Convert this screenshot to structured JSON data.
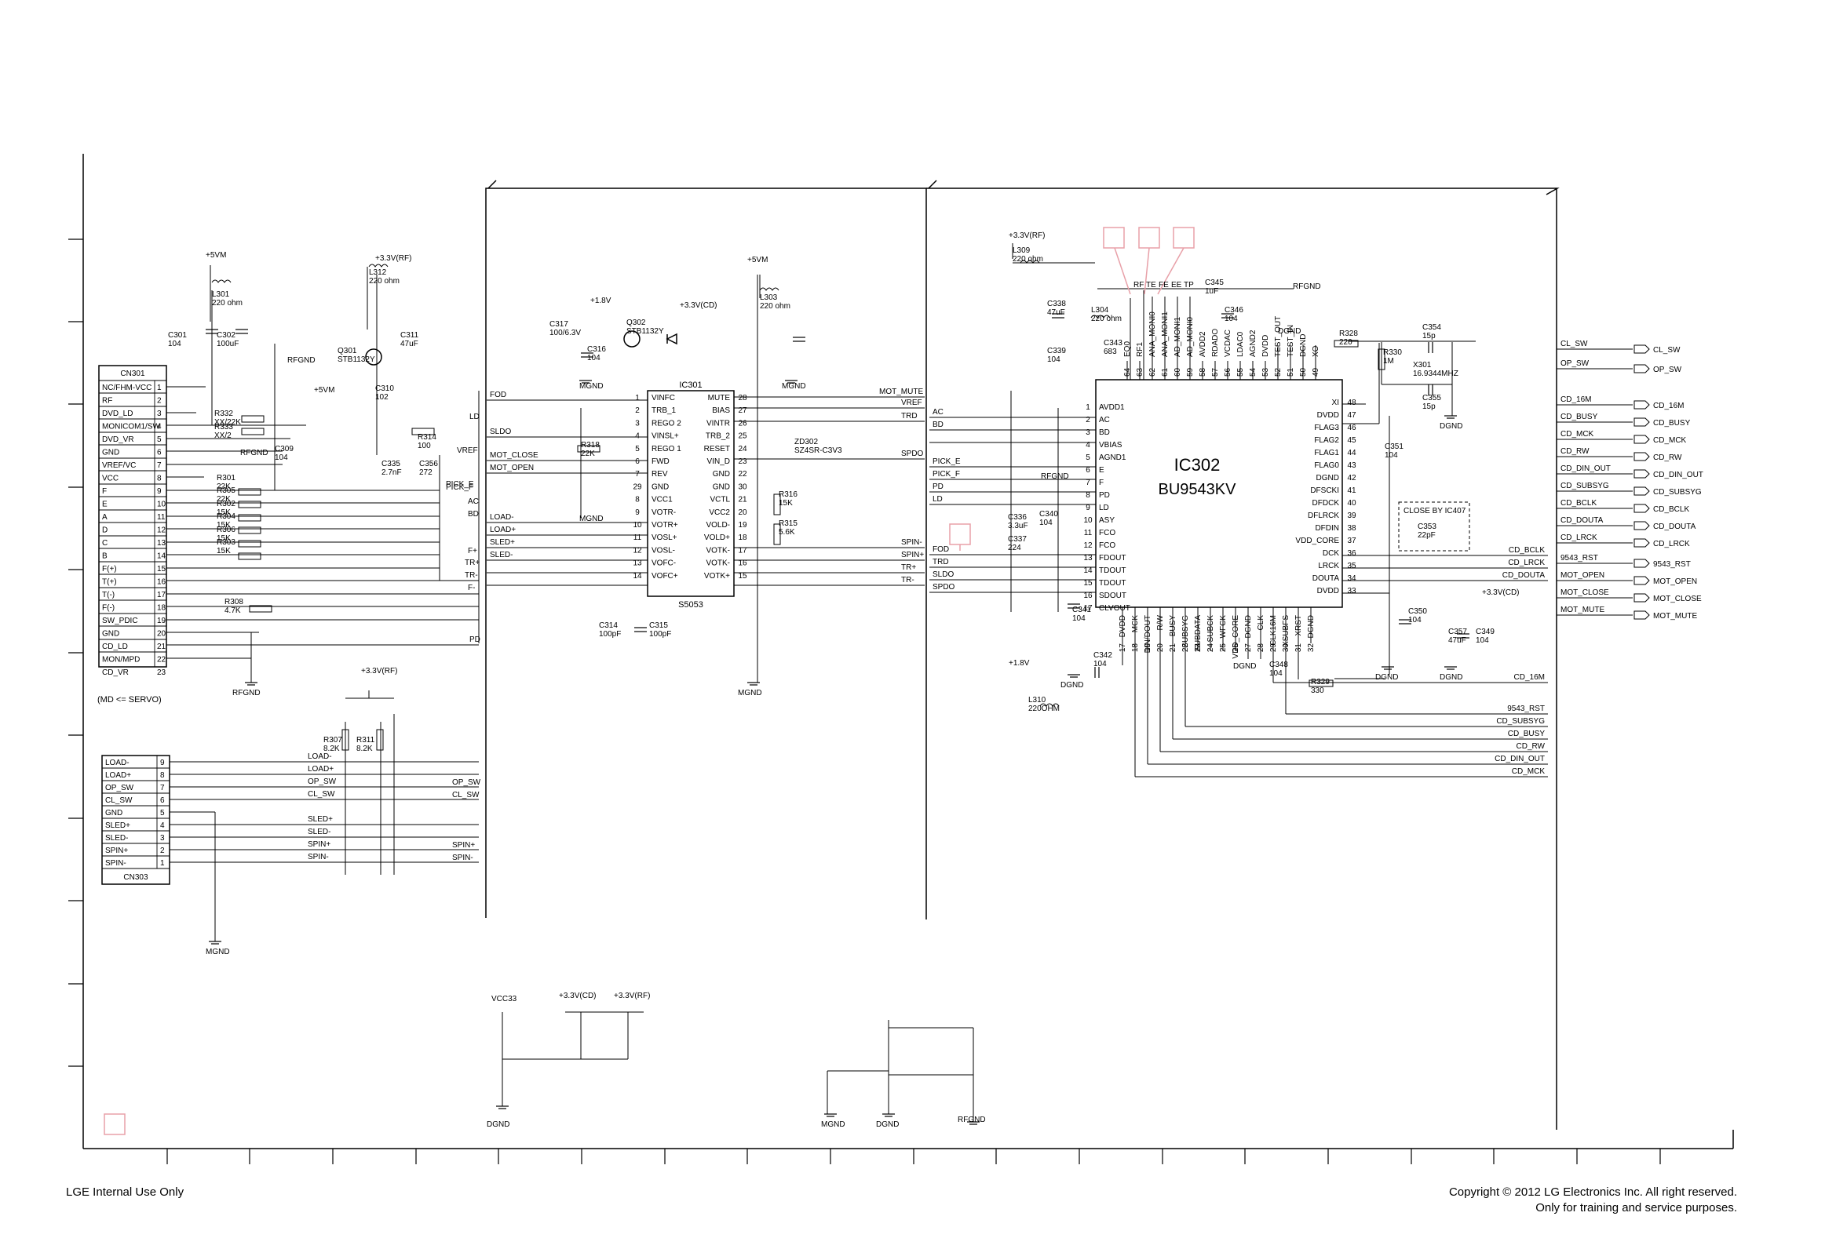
{
  "footer": {
    "left": "LGE Internal Use Only",
    "copyright": "Copyright © 2012 LG Electronics Inc. All right reserved.",
    "notice": "Only for training and service purposes."
  },
  "connectors": {
    "cn301": {
      "title": "CN301",
      "pins": [
        {
          "n": "1",
          "name": "NC/FHM-VCC"
        },
        {
          "n": "2",
          "name": "RF"
        },
        {
          "n": "3",
          "name": "DVD_LD"
        },
        {
          "n": "4",
          "name": "MONICOM1/SW"
        },
        {
          "n": "5",
          "name": "DVD_VR"
        },
        {
          "n": "6",
          "name": "GND"
        },
        {
          "n": "7",
          "name": "VREF/VC"
        },
        {
          "n": "8",
          "name": "VCC"
        },
        {
          "n": "9",
          "name": "F"
        },
        {
          "n": "10",
          "name": "E"
        },
        {
          "n": "11",
          "name": "A"
        },
        {
          "n": "12",
          "name": "D"
        },
        {
          "n": "13",
          "name": "C"
        },
        {
          "n": "14",
          "name": "B"
        },
        {
          "n": "15",
          "name": "F(+)"
        },
        {
          "n": "16",
          "name": "T(+)"
        },
        {
          "n": "17",
          "name": "T(-)"
        },
        {
          "n": "18",
          "name": "F(-)"
        },
        {
          "n": "19",
          "name": "SW_PDIC"
        },
        {
          "n": "20",
          "name": "GND"
        },
        {
          "n": "21",
          "name": "CD_LD"
        },
        {
          "n": "22",
          "name": "MON/MPD"
        },
        {
          "n": "23",
          "name": "CD_VR"
        }
      ]
    },
    "cn303": {
      "title": "CN303",
      "pins": [
        {
          "n": "9",
          "name": "LOAD-"
        },
        {
          "n": "8",
          "name": "LOAD+"
        },
        {
          "n": "7",
          "name": "OP_SW"
        },
        {
          "n": "6",
          "name": "CL_SW"
        },
        {
          "n": "5",
          "name": "GND"
        },
        {
          "n": "4",
          "name": "SLED+"
        },
        {
          "n": "3",
          "name": "SLED-"
        },
        {
          "n": "2",
          "name": "SPIN+"
        },
        {
          "n": "1",
          "name": "SPIN-"
        }
      ]
    }
  },
  "ic301": {
    "ref": "IC301",
    "part": "S5053",
    "left_pins": [
      {
        "n": "1",
        "name": "VINFC"
      },
      {
        "n": "2",
        "name": "TRB_1"
      },
      {
        "n": "3",
        "name": "REGO 2"
      },
      {
        "n": "4",
        "name": "VINSL+"
      },
      {
        "n": "5",
        "name": "REGO 1"
      },
      {
        "n": "6",
        "name": "FWD"
      },
      {
        "n": "7",
        "name": "REV"
      },
      {
        "n": "29",
        "name": "GND"
      },
      {
        "n": "8",
        "name": "VCC1"
      },
      {
        "n": "9",
        "name": "VOTR-"
      },
      {
        "n": "10",
        "name": "VOTR+"
      },
      {
        "n": "11",
        "name": "VOSL+"
      },
      {
        "n": "12",
        "name": "VOSL-"
      },
      {
        "n": "13",
        "name": "VOFC-"
      },
      {
        "n": "14",
        "name": "VOFC+"
      }
    ],
    "right_pins": [
      {
        "n": "28",
        "name": "MUTE"
      },
      {
        "n": "27",
        "name": "BIAS"
      },
      {
        "n": "26",
        "name": "VINTR"
      },
      {
        "n": "25",
        "name": "TRB_2"
      },
      {
        "n": "24",
        "name": "RESET"
      },
      {
        "n": "23",
        "name": "VIN_D"
      },
      {
        "n": "22",
        "name": "GND"
      },
      {
        "n": "30",
        "name": "GND"
      },
      {
        "n": "21",
        "name": "VCTL"
      },
      {
        "n": "20",
        "name": "VCC2"
      },
      {
        "n": "19",
        "name": "VOLD-"
      },
      {
        "n": "18",
        "name": "VOLD+"
      },
      {
        "n": "17",
        "name": "VOTK-"
      },
      {
        "n": "16",
        "name": "VOTK-"
      },
      {
        "n": "15",
        "name": "VOTK+"
      }
    ]
  },
  "ic302": {
    "ref": "IC302",
    "part": "BU9543KV",
    "left_pins": [
      {
        "n": "1",
        "name": "AVDD1"
      },
      {
        "n": "2",
        "name": "AC"
      },
      {
        "n": "3",
        "name": "BD"
      },
      {
        "n": "4",
        "name": "VBIAS"
      },
      {
        "n": "5",
        "name": "AGND1"
      },
      {
        "n": "6",
        "name": "E"
      },
      {
        "n": "7",
        "name": "F"
      },
      {
        "n": "8",
        "name": "PD"
      },
      {
        "n": "9",
        "name": "LD"
      },
      {
        "n": "10",
        "name": "ASY"
      },
      {
        "n": "11",
        "name": "FCO"
      },
      {
        "n": "12",
        "name": "FCO"
      },
      {
        "n": "13",
        "name": "FDOUT"
      },
      {
        "n": "14",
        "name": "TDOUT"
      },
      {
        "n": "15",
        "name": "TDOUT"
      },
      {
        "n": "16",
        "name": "SDOUT"
      },
      {
        "n": "17",
        "name": "CLVOUT"
      }
    ],
    "right_pins": [
      {
        "n": "48",
        "name": "XI"
      },
      {
        "n": "47",
        "name": "DVDD"
      },
      {
        "n": "46",
        "name": "FLAG3"
      },
      {
        "n": "45",
        "name": "FLAG2"
      },
      {
        "n": "44",
        "name": "FLAG1"
      },
      {
        "n": "43",
        "name": "FLAG0"
      },
      {
        "n": "42",
        "name": "DGND"
      },
      {
        "n": "41",
        "name": "DFSCKI"
      },
      {
        "n": "40",
        "name": "DFDCK"
      },
      {
        "n": "39",
        "name": "DFLRCK"
      },
      {
        "n": "38",
        "name": "DFDIN"
      },
      {
        "n": "37",
        "name": "VDD_CORE"
      },
      {
        "n": "36",
        "name": "DCK"
      },
      {
        "n": "35",
        "name": "LRCK"
      },
      {
        "n": "34",
        "name": "DOUTA"
      },
      {
        "n": "33",
        "name": "DVDD"
      }
    ],
    "top_pins": [
      {
        "n": "64",
        "name": "EQ0"
      },
      {
        "n": "63",
        "name": "RF1"
      },
      {
        "n": "62",
        "name": "ANA_MONI0"
      },
      {
        "n": "61",
        "name": "ANA_MONI1"
      },
      {
        "n": "60",
        "name": "AD_MONI1"
      },
      {
        "n": "59",
        "name": "AD_MONI0"
      },
      {
        "n": "58",
        "name": "AVDD2"
      },
      {
        "n": "57",
        "name": "RDADO"
      },
      {
        "n": "56",
        "name": "VCDAC"
      },
      {
        "n": "55",
        "name": "LDAC0"
      },
      {
        "n": "54",
        "name": "AGND2"
      },
      {
        "n": "53",
        "name": "DVDD"
      },
      {
        "n": "52",
        "name": "TEST_OUT"
      },
      {
        "n": "51",
        "name": "TEST_IN"
      },
      {
        "n": "50",
        "name": "DGND"
      },
      {
        "n": "49",
        "name": "XO"
      }
    ],
    "bottom_pins": [
      {
        "n": "17",
        "name": "DVDD"
      },
      {
        "n": "18",
        "name": "MCK"
      },
      {
        "n": "19",
        "name": "DIN/DOUT"
      },
      {
        "n": "20",
        "name": "R/W"
      },
      {
        "n": "21",
        "name": "BUSY"
      },
      {
        "n": "22",
        "name": "SUBSYG"
      },
      {
        "n": "23",
        "name": "SUBDATA"
      },
      {
        "n": "24",
        "name": "SUBCK"
      },
      {
        "n": "25",
        "name": "WFCK"
      },
      {
        "n": "26",
        "name": "VDD_CORE"
      },
      {
        "n": "27",
        "name": "DGND"
      },
      {
        "n": "28",
        "name": "CLK"
      },
      {
        "n": "29",
        "name": "CLK16M"
      },
      {
        "n": "30",
        "name": "XSUBFS"
      },
      {
        "n": "31",
        "name": "XRST"
      },
      {
        "n": "32",
        "name": "DGND"
      }
    ],
    "test_points": [
      "RF",
      "TE",
      "FE",
      "EE",
      "TP"
    ]
  },
  "components": [
    {
      "ref": "L301",
      "value": "220 ohm"
    },
    {
      "ref": "L312",
      "value": "220 ohm"
    },
    {
      "ref": "L303",
      "value": "220 ohm"
    },
    {
      "ref": "L309",
      "value": "220 ohm"
    },
    {
      "ref": "L304",
      "value": "220 ohm"
    },
    {
      "ref": "L310",
      "value": "220OHM"
    },
    {
      "ref": "C301",
      "value": "104"
    },
    {
      "ref": "C302",
      "value": "100uF"
    },
    {
      "ref": "C311",
      "value": "47uF"
    },
    {
      "ref": "C310",
      "value": "102"
    },
    {
      "ref": "C309",
      "value": "104"
    },
    {
      "ref": "C335",
      "value": "2.7nF"
    },
    {
      "ref": "C356",
      "value": "272"
    },
    {
      "ref": "C317",
      "value": "100/6.3V"
    },
    {
      "ref": "C316",
      "value": "104"
    },
    {
      "ref": "C314",
      "value": "100pF"
    },
    {
      "ref": "C315",
      "value": "100pF"
    },
    {
      "ref": "C338",
      "value": "47uF"
    },
    {
      "ref": "C339",
      "value": "104"
    },
    {
      "ref": "C343",
      "value": "683"
    },
    {
      "ref": "C345",
      "value": "1uF"
    },
    {
      "ref": "C346",
      "value": "104"
    },
    {
      "ref": "C354",
      "value": "15p"
    },
    {
      "ref": "C355",
      "value": "15p"
    },
    {
      "ref": "C351",
      "value": "104"
    },
    {
      "ref": "C353",
      "value": "22pF"
    },
    {
      "ref": "C336",
      "value": "3.3uF"
    },
    {
      "ref": "C337",
      "value": "224"
    },
    {
      "ref": "C340",
      "value": "104"
    },
    {
      "ref": "C341",
      "value": "104"
    },
    {
      "ref": "C342",
      "value": "104"
    },
    {
      "ref": "C348",
      "value": "104"
    },
    {
      "ref": "C350",
      "value": "104"
    },
    {
      "ref": "C357",
      "value": "47uF"
    },
    {
      "ref": "C349",
      "value": "104"
    },
    {
      "ref": "R332",
      "value": "XX/22K"
    },
    {
      "ref": "R333",
      "value": "XX/2"
    },
    {
      "ref": "R301",
      "value": "22K"
    },
    {
      "ref": "R305",
      "value": "22K"
    },
    {
      "ref": "R302",
      "value": "15K"
    },
    {
      "ref": "R304",
      "value": "15K"
    },
    {
      "ref": "R306",
      "value": "15K"
    },
    {
      "ref": "R303",
      "value": "15K"
    },
    {
      "ref": "R308",
      "value": "4.7K"
    },
    {
      "ref": "R314",
      "value": "100"
    },
    {
      "ref": "R318",
      "value": "22K"
    },
    {
      "ref": "R316",
      "value": "15K"
    },
    {
      "ref": "R315",
      "value": "5.6K"
    },
    {
      "ref": "R328",
      "value": "220"
    },
    {
      "ref": "R330",
      "value": "1M"
    },
    {
      "ref": "R329",
      "value": "330"
    },
    {
      "ref": "R307",
      "value": "8.2K"
    },
    {
      "ref": "R311",
      "value": "8.2K"
    },
    {
      "ref": "X301",
      "value": "16.9344MHZ"
    },
    {
      "ref": "Q301",
      "value": "STB1132Y"
    },
    {
      "ref": "Q302",
      "value": "STB1132Y"
    },
    {
      "ref": "D302",
      "value": ""
    },
    {
      "ref": "ZD302",
      "value": "SZ4SR-C3V3"
    }
  ],
  "power": {
    "p5v": "+5VM",
    "p33rf": "+3.3V(RF)",
    "p33cd": "+3.3V(CD)",
    "p18": "+1.8V",
    "vcc33": "VCC33"
  },
  "grounds": {
    "rfgnd": "RFGND",
    "mgnd": "MGND",
    "dgnd": "DGND"
  },
  "signals": {
    "mid": [
      "FOD",
      "SLDO",
      "MOT_CLOSE",
      "MOT_OPEN",
      "LOAD-",
      "LOAD+",
      "SLED+",
      "SLED-",
      "F+",
      "TR+",
      "TR-",
      "F-",
      "PD",
      "LD",
      "VREF",
      "PICK_E",
      "PICK_F",
      "AC",
      "BD",
      "OP_SW",
      "CL_SW",
      "SPIN+",
      "SPIN-"
    ],
    "servo": [
      "MOT_MUTE",
      "VREF",
      "TRD",
      "SPDO",
      "SPIN-",
      "SPIN+",
      "TR+",
      "TR-",
      "AC",
      "BD",
      "PICK_E",
      "PICK_F",
      "PD",
      "LD",
      "FOD",
      "TRD",
      "SLDO",
      "SPDO"
    ],
    "note": "(MD <= SERVO)"
  },
  "right_outputs": [
    {
      "net": "CL_SW",
      "port": "CL_SW"
    },
    {
      "net": "OP_SW",
      "port": "OP_SW"
    },
    {
      "net": "CD_16M",
      "port": "CD_16M"
    },
    {
      "net": "CD_BUSY",
      "port": "CD_BUSY"
    },
    {
      "net": "CD_MCK",
      "port": "CD_MCK"
    },
    {
      "net": "CD_RW",
      "port": "CD_RW"
    },
    {
      "net": "CD_DIN_OUT",
      "port": "CD_DIN_OUT"
    },
    {
      "net": "CD_SUBSYG",
      "port": "CD_SUBSYG"
    },
    {
      "net": "CD_BCLK",
      "port": "CD_BCLK"
    },
    {
      "net": "CD_DOUTA",
      "port": "CD_DOUTA"
    },
    {
      "net": "CD_LRCK",
      "port": "CD_LRCK"
    },
    {
      "net": "9543_RST",
      "port": "9543_RST"
    },
    {
      "net": "MOT_OPEN",
      "port": "MOT_OPEN"
    },
    {
      "net": "MOT_CLOSE",
      "port": "MOT_CLOSE"
    },
    {
      "net": "MOT_MUTE",
      "port": "MOT_MUTE"
    }
  ],
  "lower_bus": [
    "CD_16M",
    "9543_RST",
    "CD_SUBSYG",
    "CD_BUSY",
    "CD_RW",
    "CD_DIN_OUT",
    "CD_MCK"
  ],
  "ic302_side_labels": [
    "CD_BCLK",
    "CD_LRCK",
    "CD_DOUTA"
  ],
  "ic_labels": {
    "pd_note": "CLOSE BY IC407"
  }
}
